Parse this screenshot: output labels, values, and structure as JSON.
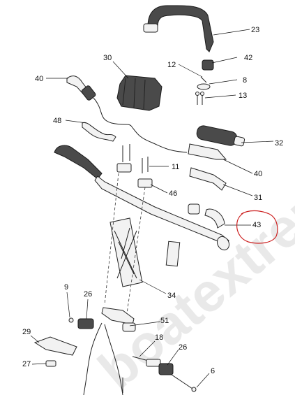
{
  "watermark": "boatextreme",
  "callouts": [
    {
      "id": "23",
      "label": "23"
    },
    {
      "id": "42",
      "label": "42"
    },
    {
      "id": "12",
      "label": "12"
    },
    {
      "id": "8",
      "label": "8"
    },
    {
      "id": "13",
      "label": "13"
    },
    {
      "id": "30",
      "label": "30"
    },
    {
      "id": "40a",
      "label": "40"
    },
    {
      "id": "48",
      "label": "48"
    },
    {
      "id": "32",
      "label": "32"
    },
    {
      "id": "11",
      "label": "11"
    },
    {
      "id": "40b",
      "label": "40"
    },
    {
      "id": "46",
      "label": "46"
    },
    {
      "id": "31",
      "label": "31"
    },
    {
      "id": "43",
      "label": "43"
    },
    {
      "id": "34",
      "label": "34"
    },
    {
      "id": "9",
      "label": "9"
    },
    {
      "id": "26a",
      "label": "26"
    },
    {
      "id": "51",
      "label": "51"
    },
    {
      "id": "29",
      "label": "29"
    },
    {
      "id": "18",
      "label": "18"
    },
    {
      "id": "26b",
      "label": "26"
    },
    {
      "id": "27",
      "label": "27"
    },
    {
      "id": "6",
      "label": "6"
    }
  ],
  "highlight": {
    "target": "43",
    "color": "#cc1f1f"
  }
}
